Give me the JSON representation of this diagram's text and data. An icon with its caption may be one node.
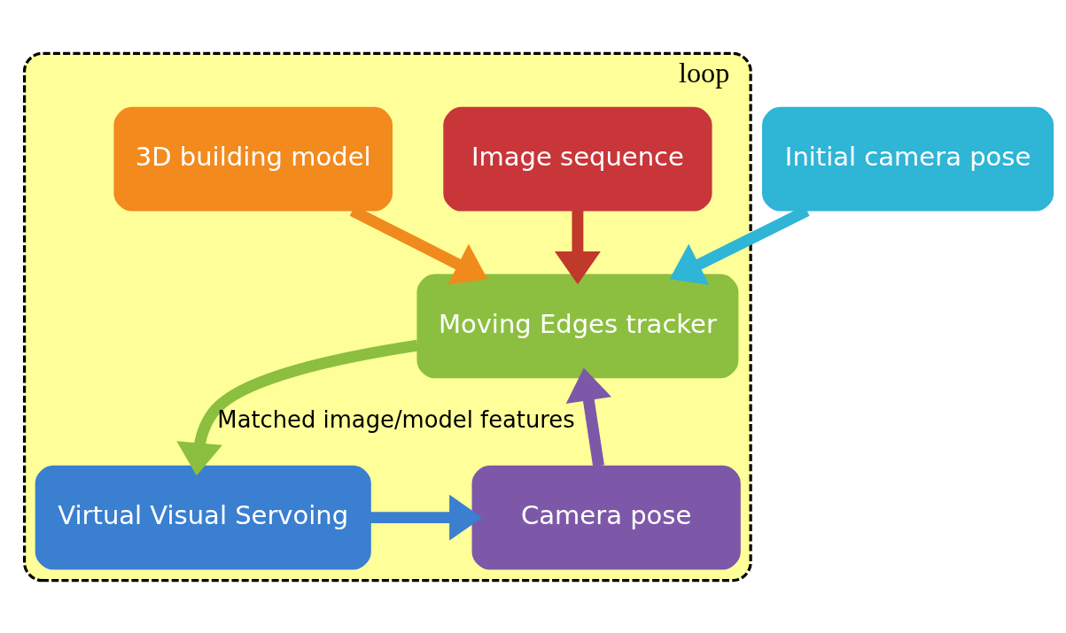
{
  "diagram": {
    "nodes": [
      {
        "text": [
          "loop"
        ]
      },
      {
        "text": [
          "Image sequence"
        ],
        "in": 0
      },
      {
        "text": [
          "3D building model"
        ],
        "in": 0
      },
      {
        "text": [
          "Initial camera pose"
        ]
      },
      {
        "text": [
          "Moving Edges tracker"
        ],
        "in": 0
      },
      {
        "text": [
          "Virtual Visual Servoing"
        ],
        "in": 0
      },
      {
        "text": [
          "Camera pose"
        ],
        "in": 0
      }
    ],
    "edges": [
      {
        "from": 1,
        "to": 4,
        "arrow": "to",
        "color": "#c0392b"
      },
      {
        "from": 2,
        "to": 4,
        "arrow": "to",
        "color": "#f08a1c"
      },
      {
        "from": 3,
        "to": 4,
        "arrow": "to",
        "color": "#2fb5d6"
      },
      {
        "from": 4,
        "to": 5,
        "arrow": "to",
        "label": "Matched image/model features",
        "color": "#8cbf3f"
      },
      {
        "from": 5,
        "to": 6,
        "arrow": "to",
        "color": "#3a7fd0"
      },
      {
        "from": 6,
        "to": 4,
        "arrow": "to",
        "color": "#7d58a8"
      }
    ]
  }
}
